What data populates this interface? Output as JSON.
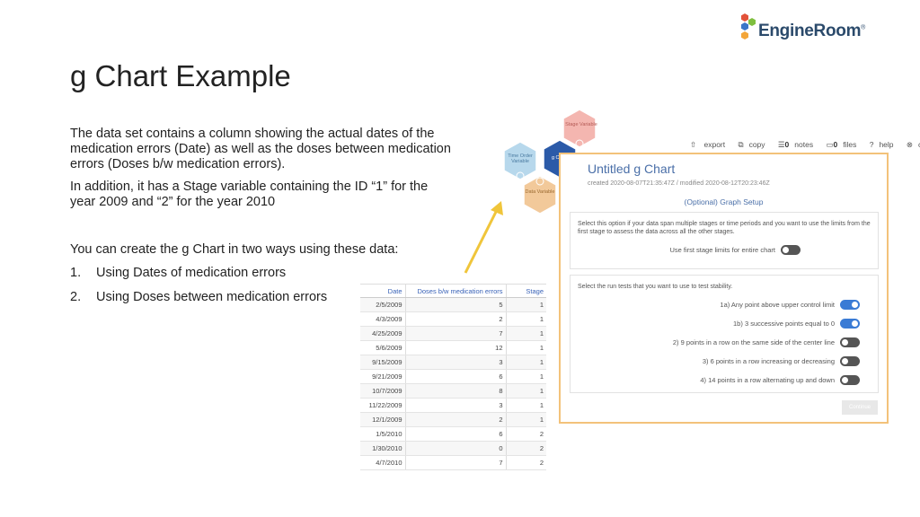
{
  "brand": {
    "name": "EngineRoom",
    "mark": "®",
    "colors": [
      "#e2523a",
      "#7fbf3f",
      "#3a76c8",
      "#f3a63a"
    ]
  },
  "slide": {
    "title": "g Chart Example",
    "paragraphs": [
      "The data set contains a column showing the actual dates of the medication errors (Date) as well as the doses between medication errors (Doses b/w medication errors).",
      "In addition, it has a Stage variable containing the ID “1” for the year 2009 and “2” for the year 2010",
      "You can create the g Chart in two ways using these data:"
    ],
    "list": [
      {
        "num": "1.",
        "text": "Using Dates of medication errors"
      },
      {
        "num": "2.",
        "text": "Using Doses between medication errors"
      }
    ]
  },
  "table": {
    "headers": [
      "Date",
      "Doses b/w medication errors",
      "Stage"
    ],
    "rows": [
      [
        "2/5/2009",
        "5",
        "1"
      ],
      [
        "4/3/2009",
        "2",
        "1"
      ],
      [
        "4/25/2009",
        "7",
        "1"
      ],
      [
        "5/6/2009",
        "12",
        "1"
      ],
      [
        "9/15/2009",
        "3",
        "1"
      ],
      [
        "9/21/2009",
        "6",
        "1"
      ],
      [
        "10/7/2009",
        "8",
        "1"
      ],
      [
        "11/22/2009",
        "3",
        "1"
      ],
      [
        "12/1/2009",
        "2",
        "1"
      ],
      [
        "1/5/2010",
        "6",
        "2"
      ],
      [
        "1/30/2010",
        "0",
        "2"
      ],
      [
        "4/7/2010",
        "7",
        "2"
      ]
    ]
  },
  "hexmenu": {
    "stage": "Stage Variable",
    "gchart": "g Chart",
    "time": "Time Order Variable",
    "data": "Data Variable",
    "colors": {
      "stage": "#f4b6b0",
      "gchart": "#2b5aa8",
      "time": "#b7d8ec",
      "data": "#f2c99a"
    }
  },
  "toolbar": {
    "export": "export",
    "copy": "copy",
    "notes_count": "0",
    "notes": "notes",
    "files_count": "0",
    "files": "files",
    "help": "help",
    "close": "close"
  },
  "panel": {
    "title": "Untitled g Chart",
    "meta": "created 2020-08-07T21:35:47Z / modified 2020-08-12T20:23:46Z",
    "setup": "(Optional) Graph Setup",
    "stage_desc": "Select this option if your data span multiple stages or time periods and you want to use the limits from the first stage to assess the data across all the other stages.",
    "stage_option": {
      "label": "Use first stage limits for entire chart",
      "on": false
    },
    "runs_desc": "Select the run tests that you want to use to test stability.",
    "runs": [
      {
        "label": "1a) Any point above upper control limit",
        "on": true
      },
      {
        "label": "1b) 3 successive points equal to 0",
        "on": true
      },
      {
        "label": "2) 9 points in a row on the same side of the center line",
        "on": false
      },
      {
        "label": "3) 6 points in a row increasing or decreasing",
        "on": false
      },
      {
        "label": "4) 14 points in a row alternating up and down",
        "on": false
      }
    ],
    "continue": "Continue"
  },
  "accent": "#f3c27a"
}
